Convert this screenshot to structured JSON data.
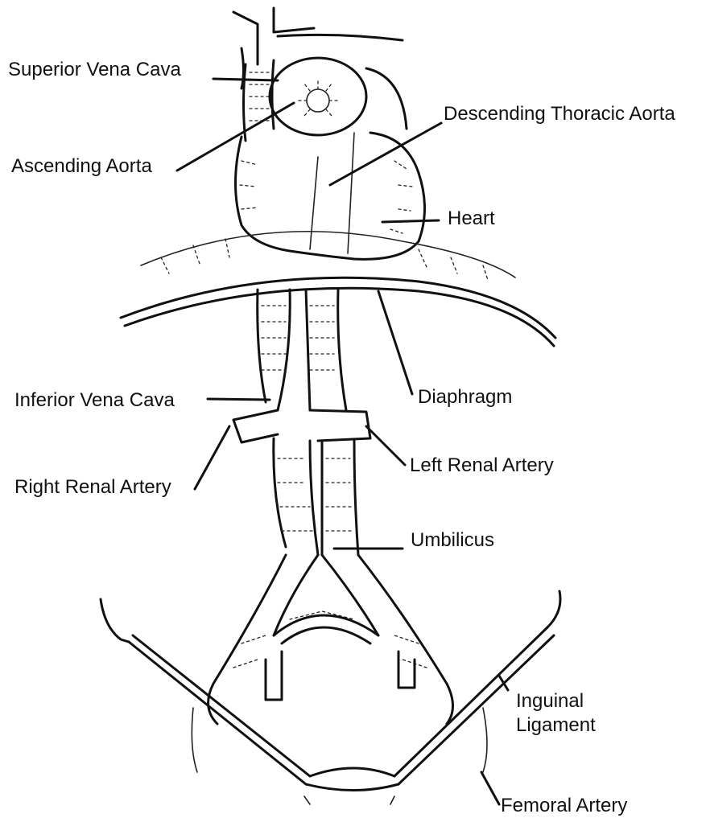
{
  "labels": {
    "superior_vena_cava": "Superior Vena Cava",
    "ascending_aorta": "Ascending Aorta",
    "descending_thoracic_aorta": "Descending Thoracic Aorta",
    "heart": "Heart",
    "diaphragm": "Diaphragm",
    "inferior_vena_cava": "Inferior Vena Cava",
    "left_renal_artery": "Left Renal Artery",
    "right_renal_artery": "Right Renal Artery",
    "umbilicus": "Umbilicus",
    "inguinal_ligament_line1": "Inguinal",
    "inguinal_ligament_line2": "Ligament",
    "femoral_artery": "Femoral Artery"
  }
}
